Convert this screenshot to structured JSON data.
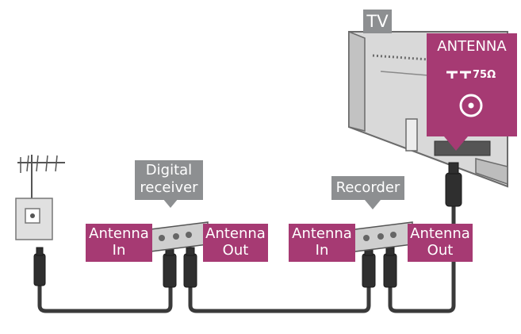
{
  "labels": {
    "tv": "TV",
    "antenna_title": "ANTENNA",
    "antenna_spec": "75Ω",
    "digital_receiver": [
      "Digital",
      "receiver"
    ],
    "recorder": "Recorder",
    "receiver_in": [
      "Antenna",
      "In"
    ],
    "receiver_out": [
      "Antenna",
      "Out"
    ],
    "recorder_in": [
      "Antenna",
      "In"
    ],
    "recorder_out": [
      "Antenna",
      "Out"
    ]
  },
  "colors": {
    "accent": "#a63a73",
    "label_grey": "#8d8f91",
    "cable": "#3a3a3a",
    "device": "#d9d9d9",
    "outline": "#6b6b6b"
  }
}
